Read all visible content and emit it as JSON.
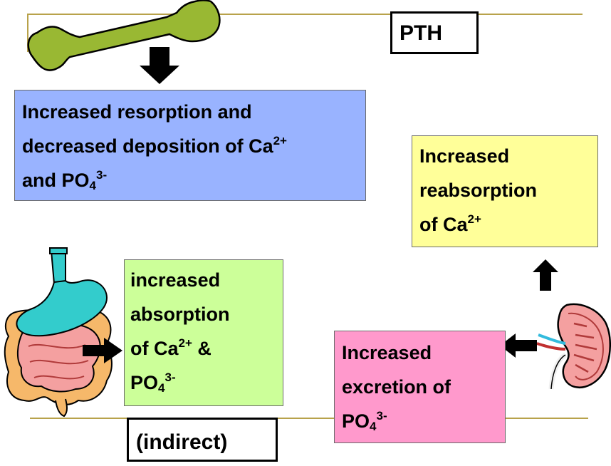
{
  "hormone": "PTH",
  "bone_box": {
    "line1": "Increased resorption and",
    "line2_a": "decreased deposition of Ca",
    "line2_sup": "2+",
    "line3_a": "and PO",
    "line3_sub": "4",
    "line3_sup": "3-"
  },
  "kidney_ca_box": {
    "line1": "Increased",
    "line2": "reabsorption",
    "line3_a": "of Ca",
    "line3_sup": "2+"
  },
  "intestine_box": {
    "line1": "increased",
    "line2": "absorption",
    "line3_a": "of Ca",
    "line3_sup": "2+",
    "line3_b": " &",
    "line4_a": "PO",
    "line4_sub": "4",
    "line4_sup": "3-"
  },
  "kidney_po4_box": {
    "line1": "Increased",
    "line2": "excretion of",
    "line3_a": "PO",
    "line3_sub": "4",
    "line3_sup": "3-"
  },
  "indirect_label": "(indirect)",
  "colors": {
    "bone_box": "#99b3ff",
    "kidney_ca_box": "#ffff99",
    "intestine_box": "#ccff99",
    "kidney_po4_box": "#ff99cc",
    "bone": "#99b833",
    "stomach": "#33cccc",
    "intestine": "#f4a0a0",
    "colon": "#f6b86a",
    "accent_rule": "#b8a24a"
  }
}
